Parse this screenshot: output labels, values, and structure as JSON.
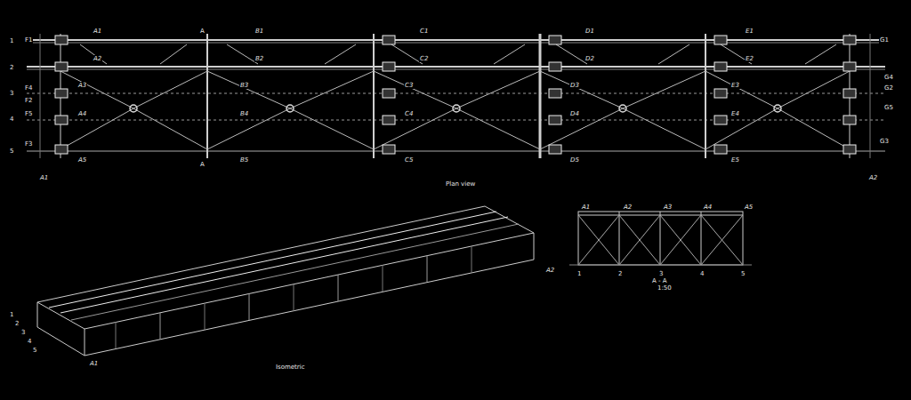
{
  "diagram": {
    "labels": [
      "1",
      "2",
      "3",
      "4",
      "5",
      "F1",
      "F4",
      "F2",
      "F5",
      "F3",
      "A1",
      "A2",
      "A3",
      "A4",
      "A5",
      "B1",
      "B2",
      "B3",
      "B4",
      "B5",
      "C1",
      "C2",
      "C3",
      "C4",
      "C5",
      "D1",
      "D2",
      "D3",
      "D4",
      "D5",
      "E1",
      "E2",
      "E3",
      "E4",
      "E5",
      "A",
      "A",
      "G1",
      "G4",
      "G2",
      "G5",
      "G3",
      "A1",
      "A2",
      "Plan view",
      "1",
      "2",
      "3",
      "4",
      "5",
      "A1",
      "Isometric",
      "A1",
      "A2",
      "A3",
      "A4",
      "A5",
      "A2",
      "1",
      "2",
      "3",
      "4",
      "5",
      "A - A",
      "1:50"
    ]
  }
}
